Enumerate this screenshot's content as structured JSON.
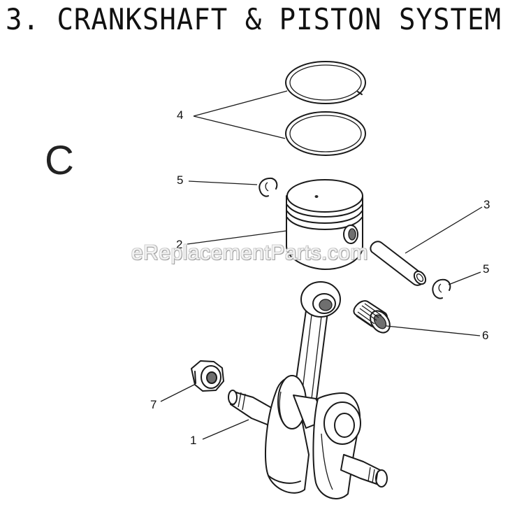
{
  "title": "3.  CRANKSHAFT & PISTON SYSTEM",
  "section_letter": "C",
  "watermark": "eReplacementParts.com",
  "callouts": {
    "c1": "1",
    "c2": "2",
    "c3": "3",
    "c4": "4",
    "c5a": "5",
    "c5b": "5",
    "c6": "6",
    "c7": "7"
  }
}
